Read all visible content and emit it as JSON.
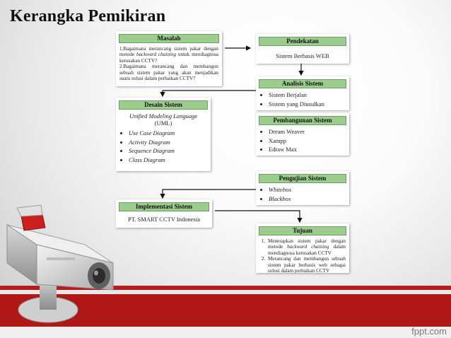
{
  "slide": {
    "title": "Kerangka Pemikiran",
    "footer_brand": "fppt.com"
  },
  "colors": {
    "header_fill": "#9ccc8e",
    "band_red": "#b01818"
  },
  "masalah": {
    "header": "Masalah",
    "items": [
      {
        "prefix": "1.Bagaimana merancang sistem pakar dengan metode ",
        "italic": "backward chaining",
        "suffix": " untuk mendiagnosa kerusakan CCTV?"
      },
      {
        "prefix": "2.Bagaimana merancang dan membangun sebuah sistem pakar yang akan menjadikan suatu solusi dalam perbaikan CCTV?",
        "italic": "",
        "suffix": ""
      }
    ]
  },
  "pendekatan": {
    "header": "Pendekatan",
    "text": "Sistem Berbasis WEB"
  },
  "analisis": {
    "header": "Analisis Sistem",
    "items": [
      "Sistem Berjalan",
      "Sistem yang Diusulkan"
    ]
  },
  "desain": {
    "header": "Desain Sistem",
    "line1": "Unified Modeling Language",
    "line2": "(UML)",
    "items": [
      "Use Case Diagram",
      "Activity Diagram",
      "Sequence Diagram",
      "Class Diagram"
    ]
  },
  "pembangunan": {
    "header": "Pembangunan Sistem",
    "items": [
      "Dream Weaver",
      "Xampp",
      "Edraw Max"
    ]
  },
  "pengujian": {
    "header": "Pengujian Sistem",
    "items": [
      "Whitebox",
      "Blackbox"
    ]
  },
  "implementasi": {
    "header": "Implementasi Sistem",
    "text": "PT. SMART CCTV Indonesia"
  },
  "tujuan": {
    "header": "Tujuan",
    "items": [
      {
        "prefix": "Menerapkan sistem pakar dengan metode ",
        "italic": "backward chaining",
        "suffix": " dalam mendiagnosa kerusakan CCTV"
      },
      {
        "prefix": "Merancang dan membangun sebuah sistem pakar berbasis web sebagai solusi dalam perbaikan CCTV",
        "italic": "",
        "suffix": ""
      }
    ]
  }
}
